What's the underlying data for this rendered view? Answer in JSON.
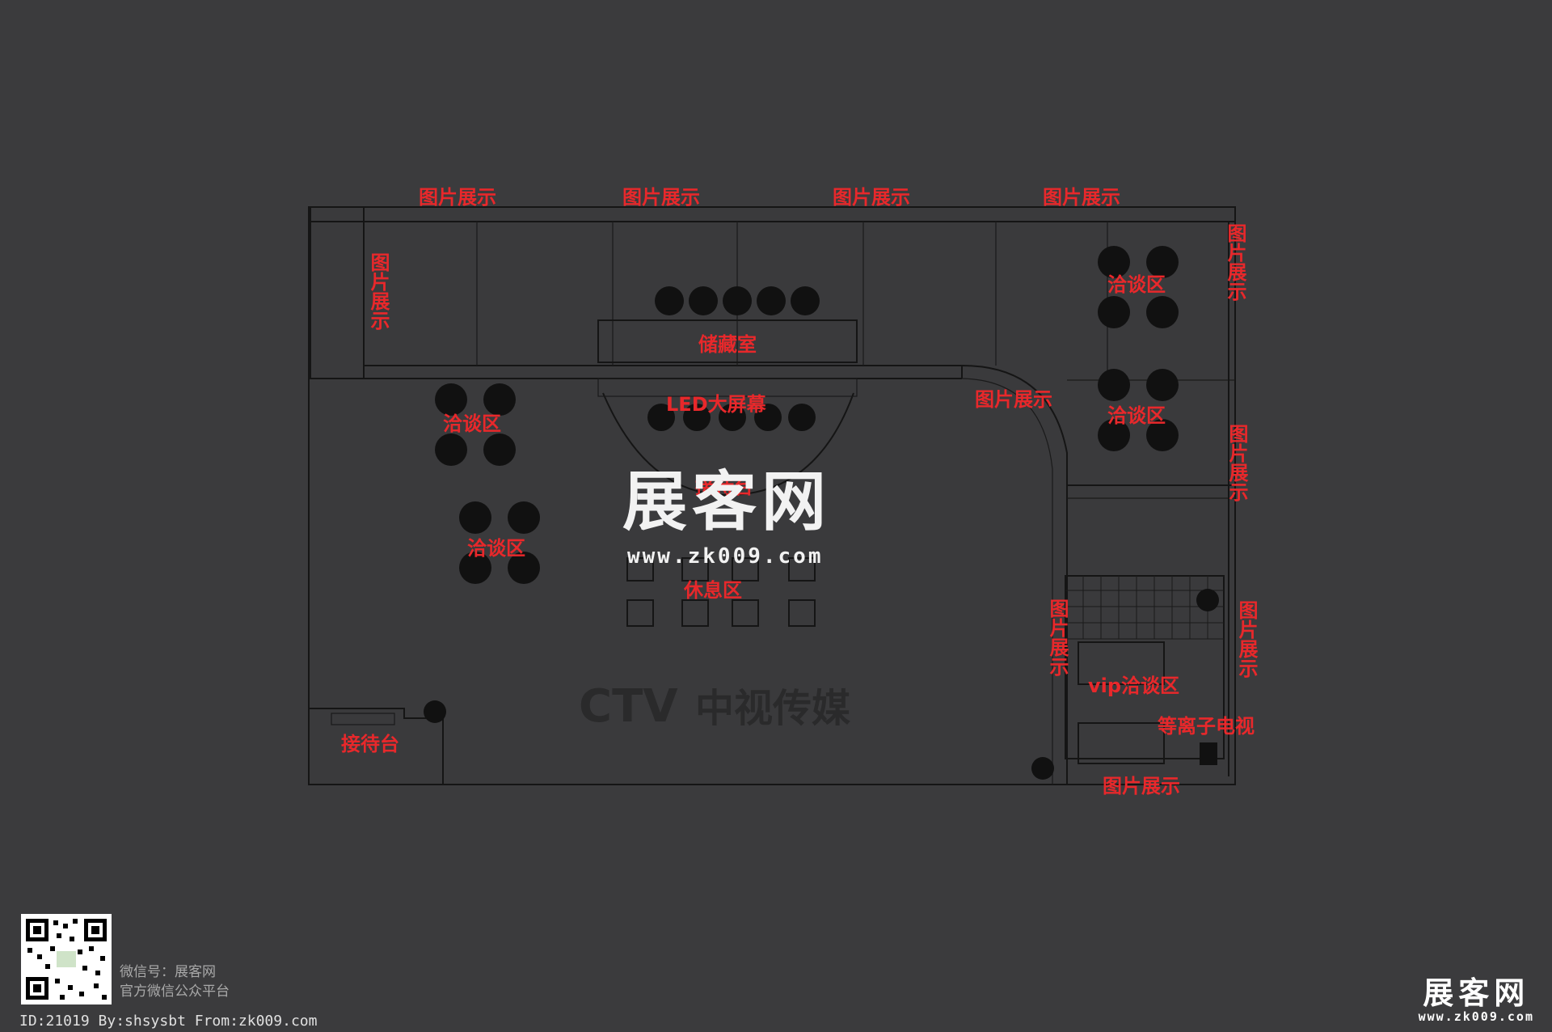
{
  "labels": {
    "picture_display": "图片展示",
    "negotiation_area": "洽谈区",
    "storage_room": "储藏室",
    "led_screen": "LED大屏幕",
    "front_desk_center": "接待台",
    "rest_area": "休息区",
    "vip_negotiation": "vip洽谈区",
    "plasma_tv": "等离子电视",
    "reception_desk": "接待台"
  },
  "brand_logo": {
    "mark": "CTV",
    "name": "中视传媒"
  },
  "watermark": {
    "name": "展客网",
    "url": "www.zk009.com"
  },
  "wechat": {
    "line1": "微信号：展客网",
    "line2": "官方微信公众平台"
  },
  "footer": "ID:21019 By:shsysbt From:zk009.com",
  "corner_logo": {
    "name": "展客网",
    "url": "www.zk009.com"
  },
  "colors": {
    "background": "#3b3b3d",
    "label": "#e8282b",
    "lines": "#151515"
  }
}
